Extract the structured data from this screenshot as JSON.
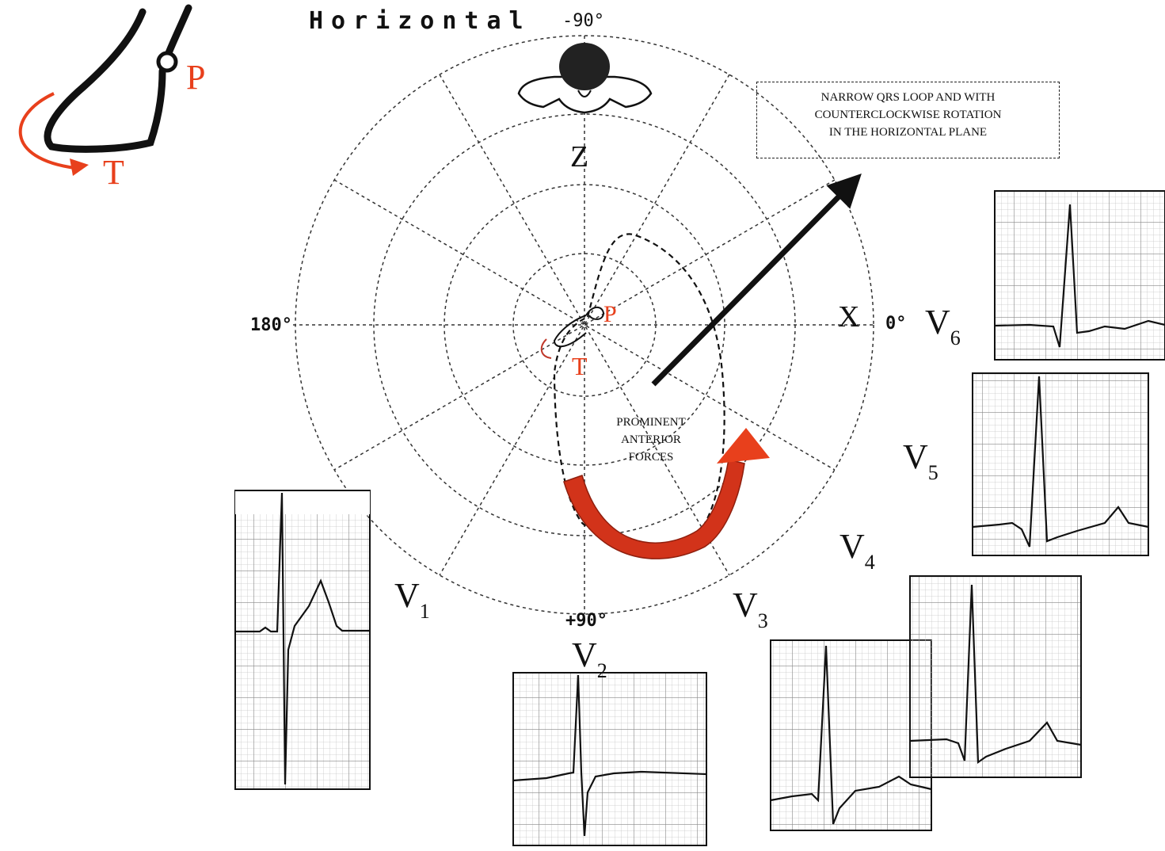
{
  "plane": {
    "title": "Horizontal",
    "deg_top": "-90°",
    "deg_left": "180°",
    "deg_right": "0°",
    "deg_bottom": "+90°",
    "axis_z": "Z",
    "axis_x": "X",
    "p_label": "P",
    "t_label": "T"
  },
  "inset": {
    "p_label": "P",
    "t_label": "T"
  },
  "annotations": {
    "narrow_loop": [
      "NARROW QRS LOOP AND WITH",
      "COUNTERCLOCKWISE ROTATION",
      "IN THE HORIZONTAL PLANE"
    ],
    "anterior_forces": [
      "PROMINENT",
      "ANTERIOR",
      "FORCES"
    ]
  },
  "leads": {
    "v1": {
      "name": "V",
      "sub": "1"
    },
    "v2": {
      "name": "V",
      "sub": "2"
    },
    "v3": {
      "name": "V",
      "sub": "3"
    },
    "v4": {
      "name": "V",
      "sub": "4"
    },
    "v5": {
      "name": "V",
      "sub": "5"
    },
    "v6": {
      "name": "V",
      "sub": "6"
    }
  },
  "colors": {
    "accent": "#e8401c",
    "ink": "#111111",
    "grid": "#bdbdbd"
  }
}
